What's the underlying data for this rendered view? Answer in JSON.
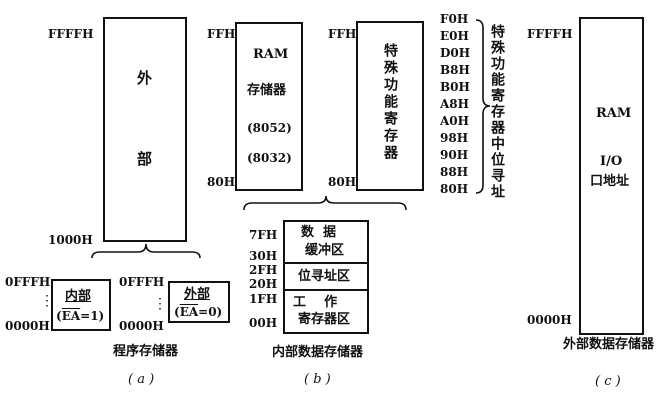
{
  "a": {
    "addr_top": "FFFFH",
    "addr_1000": "1000H",
    "outer_char1": "外",
    "outer_char2": "部",
    "left_addr_top": "0FFFH",
    "left_addr_bottom": "0000H",
    "left_box_title": "内部",
    "left_box_ea_prefix": "(",
    "left_box_ea": "EA",
    "left_box_ea_suffix": "=1)",
    "right_addr_top": "0FFFH",
    "right_addr_bottom": "0000H",
    "right_box_title": "外部",
    "right_box_ea_prefix": "(",
    "right_box_ea": "EA",
    "right_box_ea_suffix": "=0)",
    "caption": "程序存储器",
    "label": "( a )"
  },
  "b": {
    "ram_addr_ff": "FFH",
    "ram_addr_80": "80H",
    "ram_line1": "RAM",
    "ram_line2": "存储器",
    "ram_line3": "(8052)",
    "ram_line4": "(8032)",
    "sfr_addr_ff": "FFH",
    "sfr_addr_80": "80H",
    "sfr_vertical": "特殊功能寄存器",
    "sfr_addresses": [
      "F0H",
      "E0H",
      "D0H",
      "B8H",
      "B0H",
      "A8H",
      "A0H",
      "98H",
      "90H",
      "88H",
      "80H"
    ],
    "bit_sfr_vertical": "特殊功能寄存器中位寻址",
    "low_addr_7f": "7FH",
    "low_addr_30": "30H",
    "low_addr_2f": "2FH",
    "low_addr_20": "20H",
    "low_addr_1f": "1FH",
    "low_addr_00": "00H",
    "low_seg1_a": "数  据",
    "low_seg1_b": "缓冲区",
    "low_seg2": "位寻址区",
    "low_seg3_a": "工    作",
    "low_seg3_b": "寄存器区",
    "caption": "内部数据存储器",
    "label": "( b )"
  },
  "c": {
    "addr_top": "FFFFH",
    "addr_bottom": "0000H",
    "line1": "RAM",
    "line2": "I/O",
    "line3": "口地址",
    "caption": "外部数据存储器",
    "label": "( c )"
  }
}
